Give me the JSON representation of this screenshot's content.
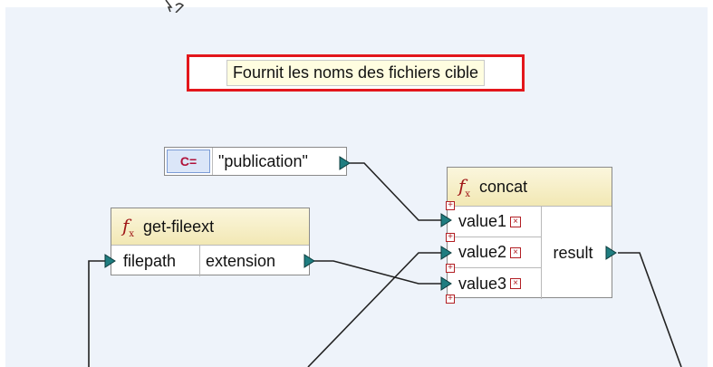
{
  "annotation": {
    "text": "Fournit les noms des fichiers cible"
  },
  "constant": {
    "tag": "C=",
    "value": "\"publication\""
  },
  "get_fileext": {
    "title": "get-fileext",
    "input": "filepath",
    "output": "extension"
  },
  "concat": {
    "title": "concat",
    "inputs": [
      "value1",
      "value2",
      "value3"
    ],
    "output": "result"
  },
  "icons": {
    "function": "fx-icon",
    "remove": "remove-parameter-icon",
    "add": "add-parameter-icon",
    "connector": "connector-triangle-icon",
    "cursor": "cursor-icon"
  },
  "colors": {
    "canvas": "#eef3fa",
    "annotation_border": "#e3161b",
    "connector": "#1f7d80",
    "function_header": "#f2e8b4",
    "constant_tag": "#b0123a"
  }
}
